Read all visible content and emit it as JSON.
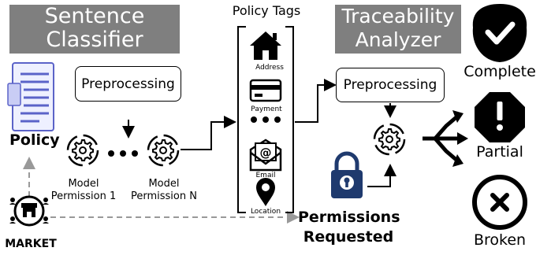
{
  "sentence_classifier": {
    "title_line1": "Sentence",
    "title_line2": "Classifier"
  },
  "traceability_analyzer": {
    "title_line1": "Traceability",
    "title_line2": "Analyzer"
  },
  "policy_tags": {
    "title": "Policy Tags",
    "address": "Address",
    "payment": "Payment",
    "email": "Email",
    "location": "Location"
  },
  "left_preprocessing": "Preprocessing",
  "right_preprocessing": "Preprocessing",
  "policy_label": "Policy",
  "market_label": "MARKET",
  "model1": {
    "line1": "Model",
    "line2": "Permission 1"
  },
  "modelN": {
    "line1": "Model",
    "line2": "Permission N"
  },
  "permissions": {
    "line1": "Permissions",
    "line2": "Requested"
  },
  "outcomes": {
    "complete": "Complete",
    "partial": "Partial",
    "broken": "Broken"
  },
  "colors": {
    "banner": "#7f7f7f",
    "lock": "#1f3a6e",
    "policy_doc": "#5b63c8"
  }
}
